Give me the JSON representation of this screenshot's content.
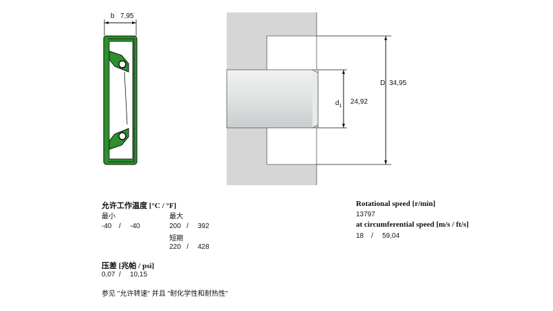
{
  "drawing": {
    "b_label": "b",
    "b_value": "7,95",
    "D_label": "D",
    "D_value": "34,95",
    "d_label": "d",
    "d_sub": "1",
    "d_value": "24,92",
    "colors": {
      "seal_green": "#2d8f2d",
      "housing_gray": "#d6d6d6",
      "shaft_gray": "#e4e6e6"
    }
  },
  "temperature": {
    "heading": "允许工作温度 [°C / °F]",
    "min_label": "最小",
    "max_label": "最大",
    "min_c": "-40",
    "sep": "/",
    "min_f": "-40",
    "max_c": "200",
    "max_f": "392",
    "short_label": "短期",
    "short_c": "220",
    "short_f": "428"
  },
  "pressure": {
    "heading": "压差 [兆帕 / psi]",
    "mpa": "0,07",
    "sep": "/",
    "psi": "10,15"
  },
  "speed": {
    "heading": "Rotational speed [r/min]",
    "rpm": "13797",
    "circ_heading": "at circumferential speed [m/s / ft/s]",
    "ms": "18",
    "sep": "/",
    "fts": "59,04"
  },
  "footnote": "参见 \"允许转速\" 并且 \"耐化学性和耐热性\""
}
